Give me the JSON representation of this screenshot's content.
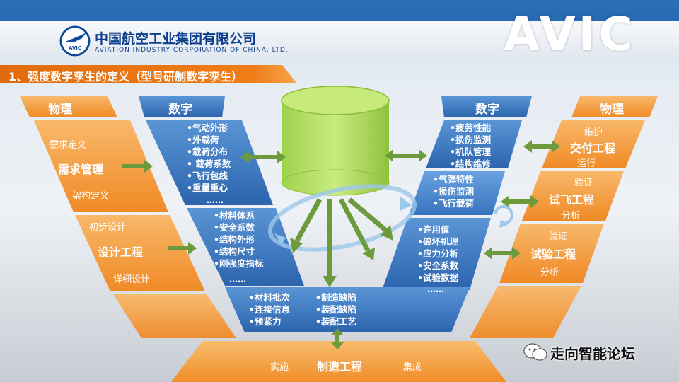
{
  "header": {
    "company_cn": "中国航空工业集团有限公司",
    "company_en": "AVIATION INDUSTRY CORPORATION OF CHINA, LTD.",
    "brand": "AVIC",
    "logo_text": "AVIC"
  },
  "slide_title": "1、强度数字孪生的定义（型号研制数字孪生）",
  "left_physical": {
    "header": "物理",
    "req_top": "需求定义",
    "req_main": "需求管理",
    "req_bottom": "架构定义",
    "design_top": "初步设计",
    "design_main": "设计工程",
    "design_bottom": "详细设计"
  },
  "left_digital": {
    "header": "数字",
    "upper_items": [
      "•气动外形",
      "•外载荷",
      "•载荷分布",
      "• 载荷系数",
      "•飞行包线",
      "•重量重心"
    ],
    "upper_more": "……",
    "middle_items": [
      "•材料体系",
      "•安全系数",
      "•结构外形",
      "•结构尺寸",
      "•刚强度指标"
    ],
    "middle_more": "……"
  },
  "bottom_digital": {
    "left_items": [
      "•材料批次",
      "•连接信息",
      "•预紧力"
    ],
    "right_items": [
      "•制造缺陷",
      "•装配缺陷",
      "•装配工艺"
    ]
  },
  "right_digital": {
    "header": "数字",
    "upper_items": [
      "•疲劳性能",
      "•损伤监测",
      "•机队管理",
      "•结构维修"
    ],
    "middle_items": [
      "•气弹特性",
      "•损伤监测",
      "•飞行载荷"
    ],
    "lower_items": [
      "•许用值",
      "•破坏机理",
      "•应力分析",
      "•安全系数",
      "•试验数据"
    ],
    "lower_more": "……"
  },
  "right_physical": {
    "header": "物理",
    "delivery_top": "维护",
    "delivery_main": "交付工程",
    "delivery_bottom": "运行",
    "flight_top": "验证",
    "flight_main": "试飞工程",
    "flight_bottom": "分析",
    "test_top": "验证",
    "test_main": "试验工程",
    "test_bottom": "分析"
  },
  "bottom_physical": {
    "left": "实施",
    "main": "制造工程",
    "right": "集成"
  },
  "watermark": "走向智能论坛",
  "colors": {
    "orange": "#f29a3a",
    "orange_light": "#f7b766",
    "blue": "#2f6fb8",
    "blue_light": "#5d95d4",
    "green_arrow": "#6d9a3c",
    "cylinder": "#b5df5c",
    "title_orange": "#e8700f"
  }
}
